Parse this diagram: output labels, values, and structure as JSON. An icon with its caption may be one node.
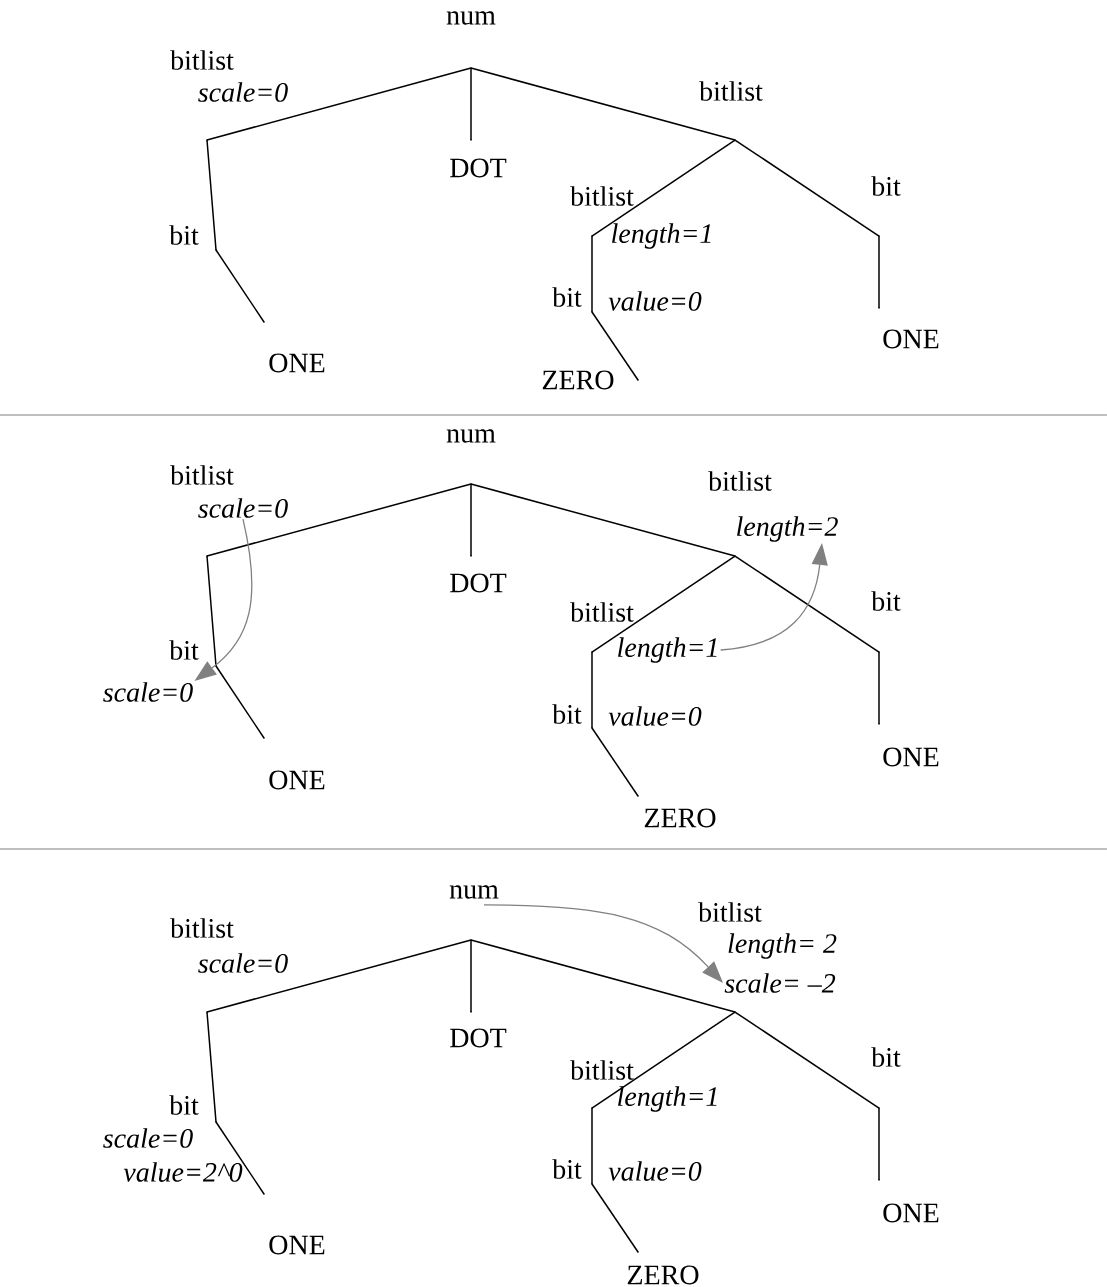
{
  "diagram": {
    "nodes": [
      {
        "text": [
          "num"
        ]
      },
      {
        "text": [
          "bitlist"
        ]
      },
      {
        "text": [
          "scale=0"
        ]
      },
      {
        "text": [
          "bitlist"
        ]
      },
      {
        "text": [
          "DOT"
        ]
      },
      {
        "text": [
          "bitlist"
        ]
      },
      {
        "text": [
          "bit"
        ]
      },
      {
        "text": [
          "length=1"
        ]
      },
      {
        "text": [
          "bit"
        ]
      },
      {
        "text": [
          "value=0"
        ]
      },
      {
        "text": [
          "bit"
        ]
      },
      {
        "text": [
          "ONE"
        ]
      },
      {
        "text": [
          "ZERO"
        ]
      },
      {
        "text": [
          "ONE"
        ]
      },
      {
        "text": [
          "num"
        ]
      },
      {
        "text": [
          "bitlist"
        ]
      },
      {
        "text": [
          "scale=0"
        ]
      },
      {
        "text": [
          "bitlist"
        ]
      },
      {
        "text": [
          "length=2"
        ]
      },
      {
        "text": [
          "DOT"
        ]
      },
      {
        "text": [
          "bitlist"
        ]
      },
      {
        "text": [
          "length=1"
        ]
      },
      {
        "text": [
          "bit"
        ]
      },
      {
        "text": [
          "scale=0"
        ]
      },
      {
        "text": [
          "bit"
        ]
      },
      {
        "text": [
          "value=0"
        ]
      },
      {
        "text": [
          "bit"
        ]
      },
      {
        "text": [
          "ONE"
        ]
      },
      {
        "text": [
          "ZERO"
        ]
      },
      {
        "text": [
          "ONE"
        ]
      },
      {
        "text": [
          "num"
        ]
      },
      {
        "text": [
          "bitlist"
        ]
      },
      {
        "text": [
          "scale=0"
        ]
      },
      {
        "text": [
          "bitlist"
        ]
      },
      {
        "text": [
          "length= 2"
        ]
      },
      {
        "text": [
          "scale= –2"
        ]
      },
      {
        "text": [
          "DOT"
        ]
      },
      {
        "text": [
          "bitlist"
        ]
      },
      {
        "text": [
          "length=1"
        ]
      },
      {
        "text": [
          "bit"
        ]
      },
      {
        "text": [
          "scale=0"
        ]
      },
      {
        "text": [
          "value=2^0"
        ]
      },
      {
        "text": [
          "bit"
        ]
      },
      {
        "text": [
          "value=0"
        ]
      },
      {
        "text": [
          "bit"
        ]
      },
      {
        "text": [
          "ONE"
        ]
      },
      {
        "text": [
          "ZERO"
        ]
      },
      {
        "text": [
          "ONE"
        ]
      }
    ],
    "edges": [
      {
        "from": 0,
        "to": 1,
        "arrow": "none"
      },
      {
        "from": 0,
        "to": 4,
        "arrow": "none"
      },
      {
        "from": 0,
        "to": 3,
        "arrow": "none"
      },
      {
        "from": 1,
        "to": 6,
        "arrow": "none"
      },
      {
        "from": 6,
        "to": 11,
        "arrow": "none"
      },
      {
        "from": 3,
        "to": 5,
        "arrow": "none"
      },
      {
        "from": 5,
        "to": 8,
        "arrow": "none"
      },
      {
        "from": 8,
        "to": 12,
        "arrow": "none"
      },
      {
        "from": 3,
        "to": 10,
        "arrow": "none"
      },
      {
        "from": 10,
        "to": 13,
        "arrow": "none"
      },
      {
        "from": 14,
        "to": 15,
        "arrow": "none"
      },
      {
        "from": 14,
        "to": 19,
        "arrow": "none"
      },
      {
        "from": 14,
        "to": 17,
        "arrow": "none"
      },
      {
        "from": 15,
        "to": 22,
        "arrow": "none"
      },
      {
        "from": 22,
        "to": 27,
        "arrow": "none"
      },
      {
        "from": 17,
        "to": 20,
        "arrow": "none"
      },
      {
        "from": 20,
        "to": 24,
        "arrow": "none"
      },
      {
        "from": 24,
        "to": 28,
        "arrow": "none"
      },
      {
        "from": 17,
        "to": 26,
        "arrow": "none"
      },
      {
        "from": 26,
        "to": 29,
        "arrow": "none"
      },
      {
        "from": 30,
        "to": 31,
        "arrow": "none"
      },
      {
        "from": 30,
        "to": 36,
        "arrow": "none"
      },
      {
        "from": 30,
        "to": 33,
        "arrow": "none"
      },
      {
        "from": 31,
        "to": 39,
        "arrow": "none"
      },
      {
        "from": 39,
        "to": 45,
        "arrow": "none"
      },
      {
        "from": 33,
        "to": 37,
        "arrow": "none"
      },
      {
        "from": 37,
        "to": 42,
        "arrow": "none"
      },
      {
        "from": 42,
        "to": 46,
        "arrow": "none"
      },
      {
        "from": 33,
        "to": 44,
        "arrow": "none"
      },
      {
        "from": 44,
        "to": 47,
        "arrow": "none"
      },
      {
        "from": 16,
        "to": 23,
        "arrow": "to",
        "color": "#808080"
      },
      {
        "from": 21,
        "to": 18,
        "arrow": "to",
        "color": "#808080"
      },
      {
        "from": 30,
        "to": 35,
        "arrow": "to",
        "color": "#808080"
      }
    ]
  }
}
